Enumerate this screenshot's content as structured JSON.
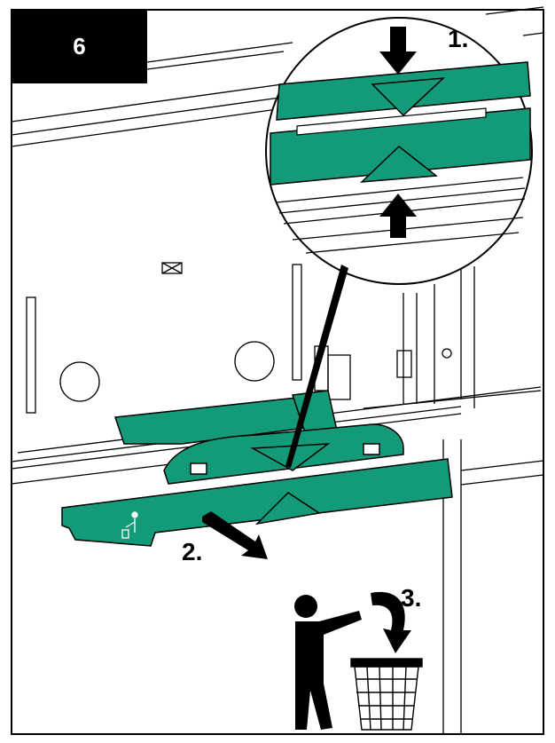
{
  "step_number": "6",
  "labels": {
    "step1": "1.",
    "step2": "2.",
    "step3": "3."
  },
  "colors": {
    "part_green": "#139a79",
    "line": "#000000",
    "background": "#ffffff"
  },
  "icons": [
    "down-arrow-icon",
    "up-arrow-icon",
    "trash-person-icon",
    "wastebasket-icon",
    "curved-arrow-icon",
    "pull-arrow-icon"
  ]
}
